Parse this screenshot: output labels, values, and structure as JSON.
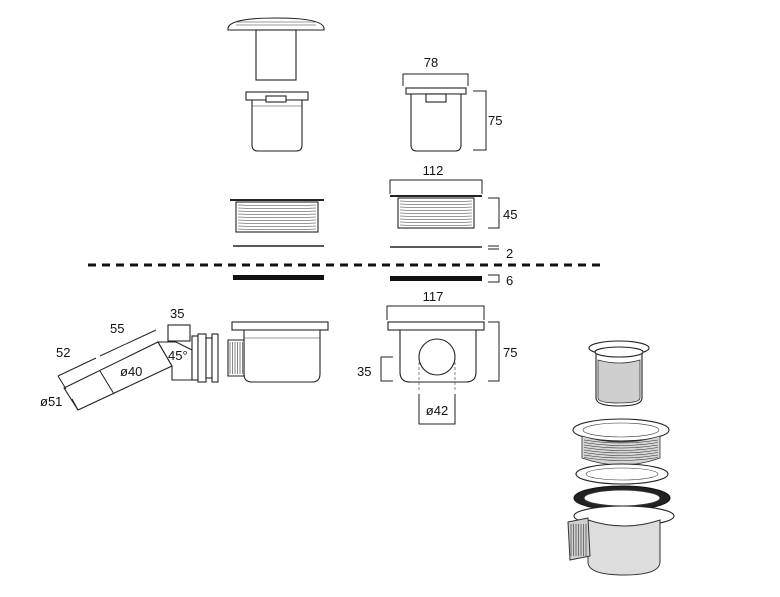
{
  "dimensions": {
    "trap_top_width": "78",
    "trap_height": "75",
    "nut_width": "112",
    "nut_height": "45",
    "washer_thickness": "2",
    "gasket_thickness": "6",
    "body_width": "117",
    "body_height": "75",
    "outlet_height": "35",
    "outlet_diameter": "ø42",
    "pipe_length_a": "52",
    "pipe_length_b": "55",
    "pipe_inner_diameter": "ø40",
    "pipe_outer_diameter": "ø51",
    "elbow_length": "35",
    "elbow_angle": "45°"
  }
}
